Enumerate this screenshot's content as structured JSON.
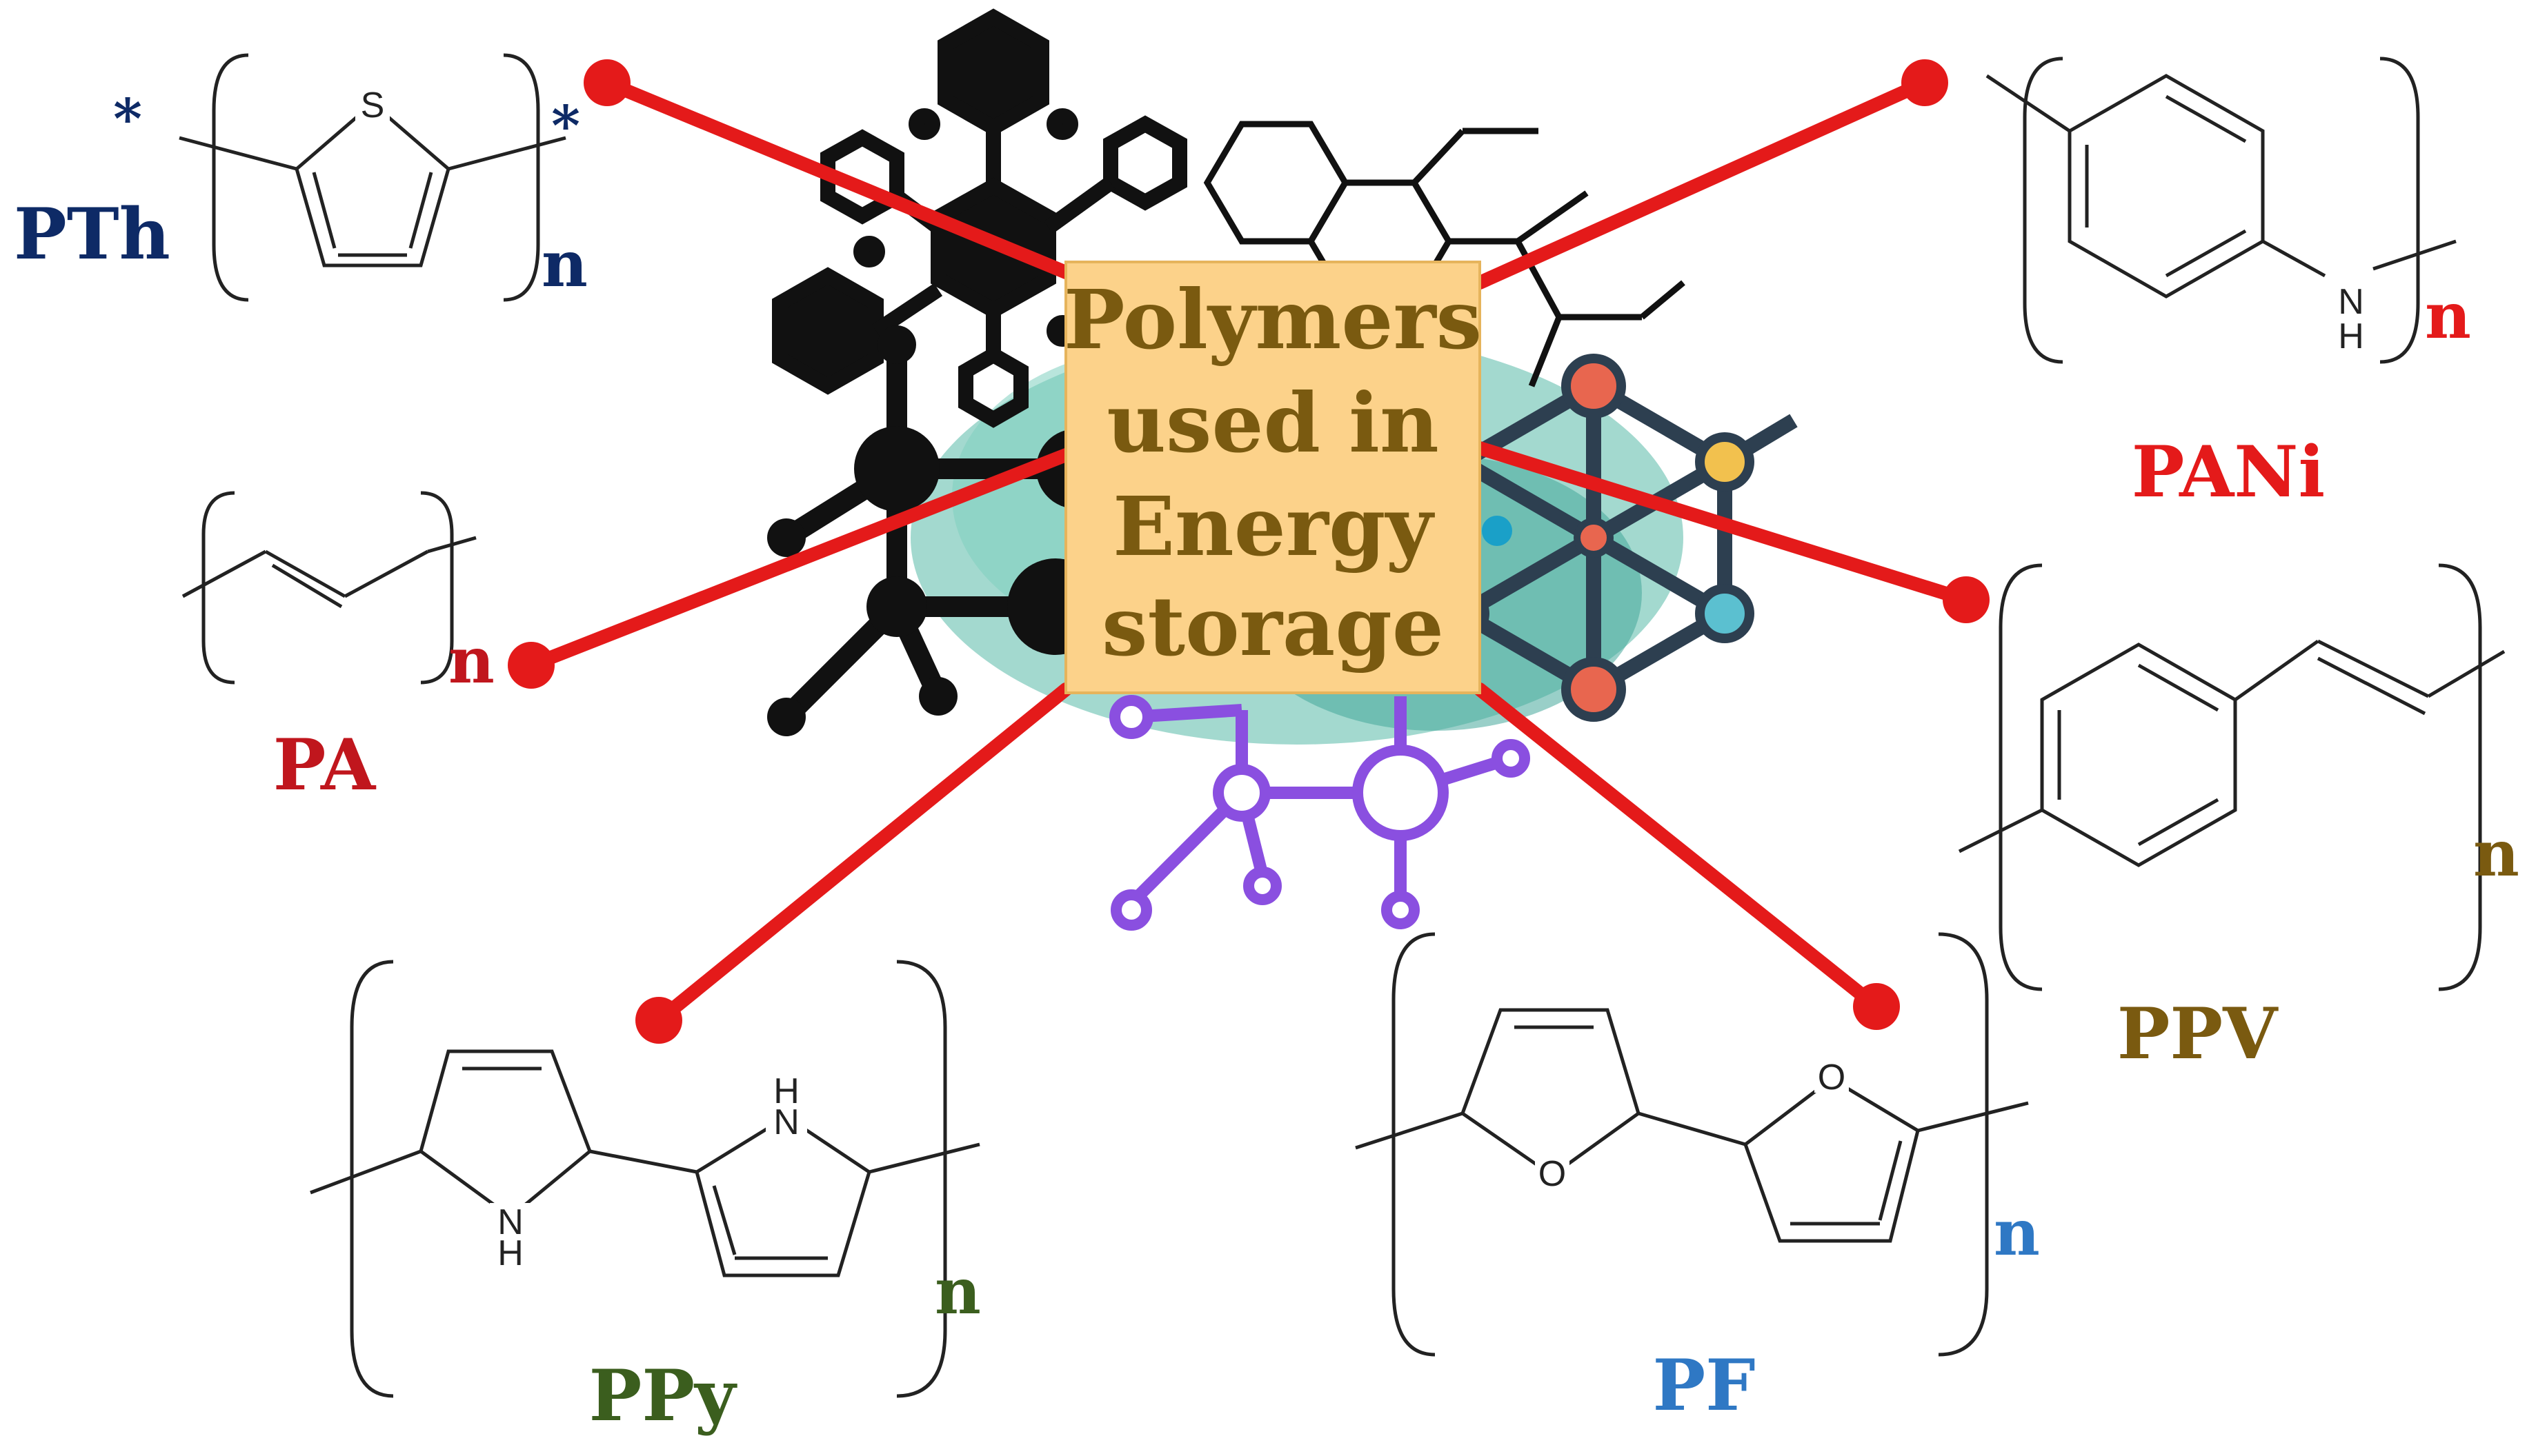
{
  "center": {
    "lines": [
      "Polymers",
      "used in",
      "Energy",
      "storage"
    ],
    "fill": "#fcd28a",
    "text_color": "#7a5a10"
  },
  "connector_color": "#e41a1a",
  "polymers": [
    {
      "key": "pth",
      "abbr": "PTh",
      "repeat": "n",
      "color": "#0e2a66",
      "end_mark": "*",
      "heteroatom": "S"
    },
    {
      "key": "pani",
      "abbr": "PANi",
      "repeat": "n",
      "color": "#e41a1a",
      "heteroatom_top": "N",
      "heteroatom_bottom": "H"
    },
    {
      "key": "pa",
      "abbr": "PA",
      "repeat": "n",
      "color": "#c0161d"
    },
    {
      "key": "ppv",
      "abbr": "PPV",
      "repeat": "n",
      "color": "#7a5a10"
    },
    {
      "key": "ppy",
      "abbr": "PPy",
      "repeat": "n",
      "color": "#3b5e1e",
      "heteroatom_top": "N",
      "heteroatom_bottom": "H"
    },
    {
      "key": "pf",
      "abbr": "PF",
      "repeat": "n",
      "color": "#2f78c4",
      "heteroatom": "O"
    }
  ],
  "icons": [
    "molecule-cluster-icon",
    "network-graph-icon",
    "protein-blob-icon"
  ]
}
